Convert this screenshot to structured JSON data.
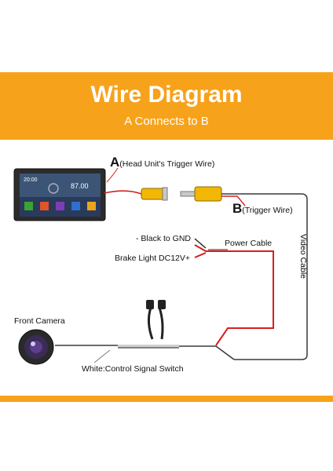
{
  "header": {
    "title": "Wire Diagram",
    "subtitle": "A Connects to B"
  },
  "labels": {
    "a_letter": "A",
    "a_text": "(Head Unit's Trigger Wire)",
    "b_letter": "B",
    "b_text": "(Trigger Wire)",
    "black_gnd": "- Black to GND",
    "brake_light": "Brake Light DC12V+",
    "power_cable": "Power Cable",
    "video_cable": "Video Cable",
    "front_camera": "Front Camera",
    "control_switch": "White:Control Signal Switch"
  },
  "head_unit": {
    "clock": "20:00",
    "temp": "87.00"
  },
  "colors": {
    "banner": "#f7a21b",
    "red_wire": "#d81e1e",
    "dark_wire": "#3a3a3a",
    "rca_yellow": "#f2b705"
  }
}
